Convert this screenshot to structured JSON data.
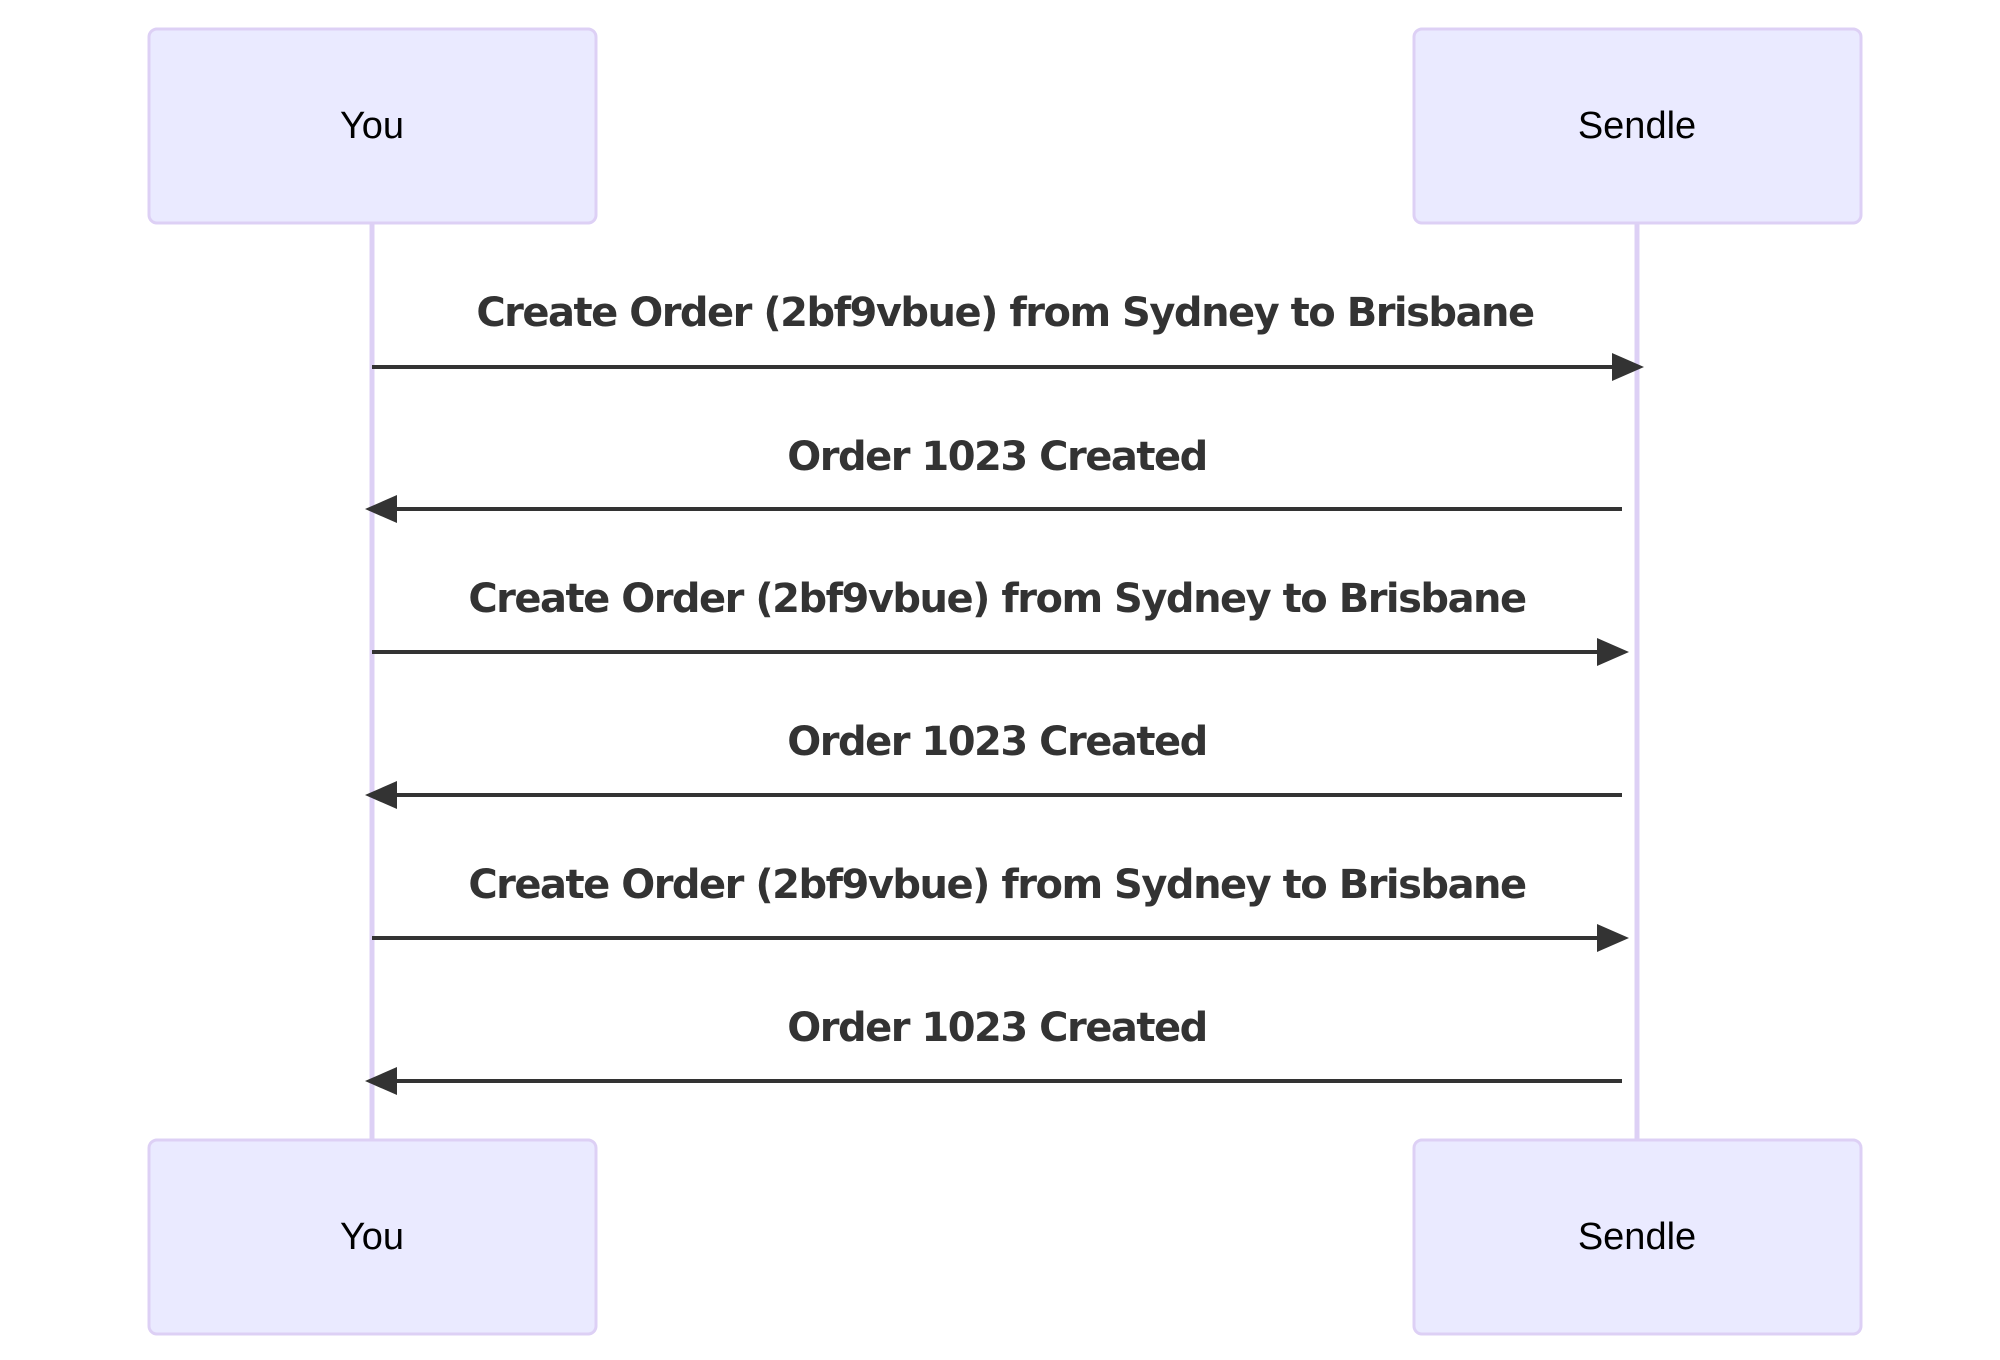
{
  "diagram": {
    "type": "sequence",
    "participants": [
      {
        "id": "you",
        "label": "You"
      },
      {
        "id": "sendle",
        "label": "Sendle"
      }
    ],
    "messages": [
      {
        "from": "you",
        "to": "sendle",
        "label": "Create Order (2bf9vbue) from Sydney to Brisbane"
      },
      {
        "from": "sendle",
        "to": "you",
        "label": "Order 1023 Created"
      },
      {
        "from": "you",
        "to": "sendle",
        "label": "Create Order (2bf9vbue) from Sydney to Brisbane"
      },
      {
        "from": "sendle",
        "to": "you",
        "label": "Order 1023 Created"
      },
      {
        "from": "you",
        "to": "sendle",
        "label": "Create Order (2bf9vbue) from Sydney to Brisbane"
      },
      {
        "from": "sendle",
        "to": "you",
        "label": "Order 1023 Created"
      }
    ],
    "colors": {
      "actor_fill": "#eaeaff",
      "actor_stroke": "#ddd0f5",
      "lifeline": "#ddd0f5",
      "message": "#333333"
    }
  }
}
